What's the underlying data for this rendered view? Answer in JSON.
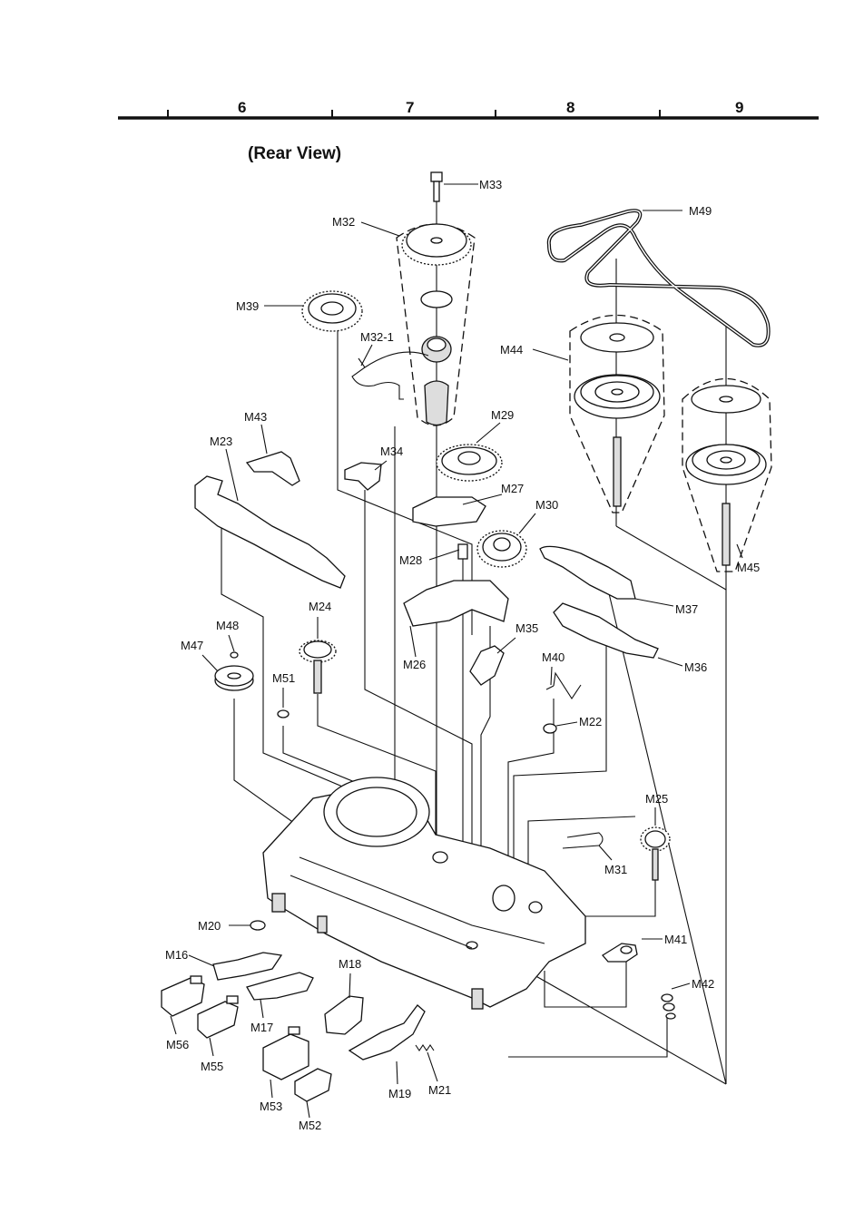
{
  "header": {
    "columns": [
      "6",
      "7",
      "8",
      "9"
    ],
    "view_title": "(Rear View)"
  },
  "parts": {
    "M16": "M16",
    "M17": "M17",
    "M18": "M18",
    "M19": "M19",
    "M20": "M20",
    "M21": "M21",
    "M22": "M22",
    "M23": "M23",
    "M24": "M24",
    "M25": "M25",
    "M26": "M26",
    "M27": "M27",
    "M28": "M28",
    "M29": "M29",
    "M30": "M30",
    "M31": "M31",
    "M32": "M32",
    "M32_1": "M32-1",
    "M33": "M33",
    "M34": "M34",
    "M35": "M35",
    "M36": "M36",
    "M37": "M37",
    "M39": "M39",
    "M40": "M40",
    "M41": "M41",
    "M42": "M42",
    "M43": "M43",
    "M44": "M44",
    "M45": "M45",
    "M47": "M47",
    "M48": "M48",
    "M49": "M49",
    "M51": "M51",
    "M52": "M52",
    "M53": "M53",
    "M55": "M55",
    "M56": "M56"
  }
}
